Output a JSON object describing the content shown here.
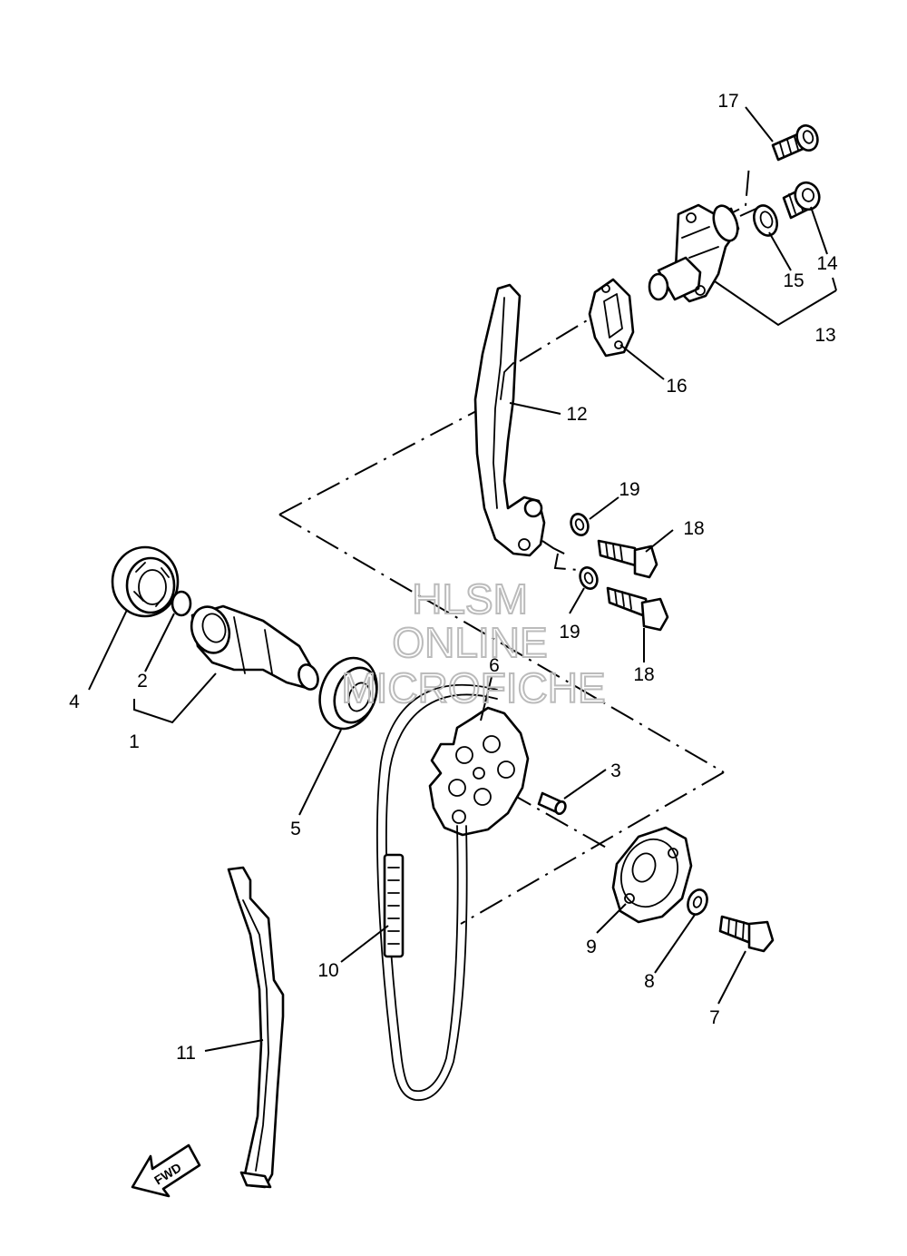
{
  "watermark": [
    "HLSM",
    "ONLINE",
    "MICROFICHE"
  ],
  "direction_badge": "FWD",
  "callouts": {
    "p1": "1",
    "p2": "2",
    "p3": "3",
    "p4": "4",
    "p5": "5",
    "p6": "6",
    "p7": "7",
    "p8": "8",
    "p9": "9",
    "p10": "10",
    "p11": "11",
    "p12": "12",
    "p13": "13",
    "p14": "14",
    "p15": "15",
    "p16": "16",
    "p17": "17",
    "p18a": "18",
    "p18b": "18",
    "p19a": "19",
    "p19b": "19"
  }
}
